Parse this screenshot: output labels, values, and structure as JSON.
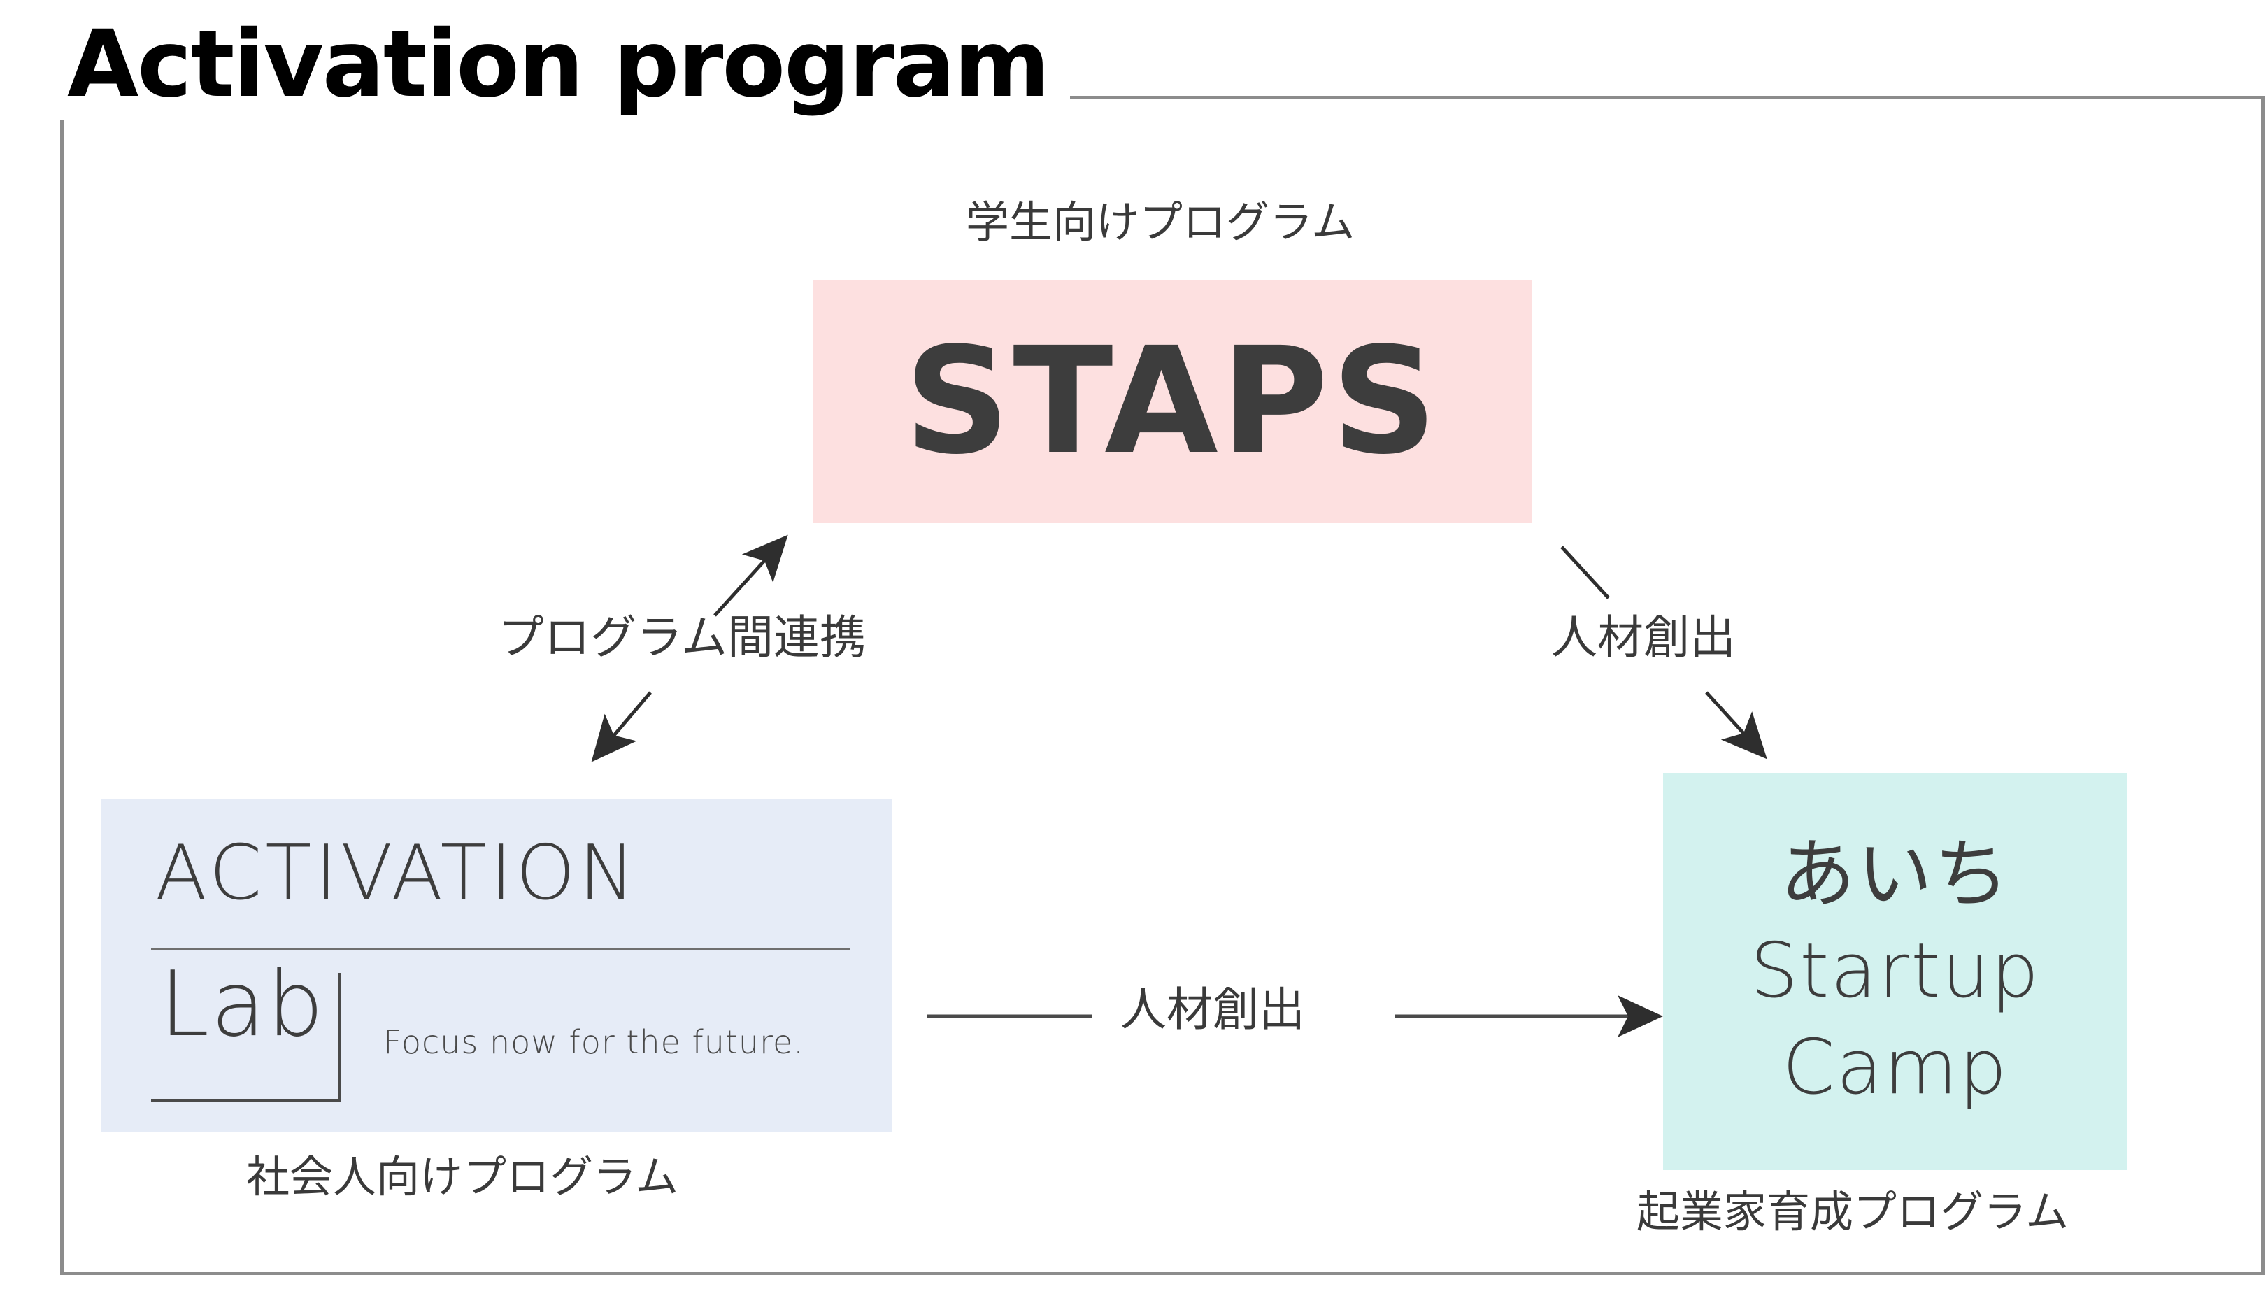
{
  "slide": {
    "title": "Activation program",
    "background_color": "#ffffff",
    "frame_color": "#8c8c8c",
    "text_color": "#3a3a3a"
  },
  "nodes": {
    "staps": {
      "brand": "STAPS",
      "caption": "学生向けプログラム",
      "fill": "#fde0e0"
    },
    "activation_lab": {
      "word": "ACTIVATION",
      "sub": "Lab",
      "tagline": "Focus now for the future.",
      "caption": "社会人向けプログラム",
      "fill": "#e6ecf7"
    },
    "startup_camp": {
      "line1": "あいち",
      "line2": "Startup",
      "line3": "Camp",
      "caption": "起業家育成プログラム",
      "fill": "#d3f2ef"
    }
  },
  "connectors": {
    "lab_to_staps": {
      "label": "プログラム間連携",
      "style": "double-headed-diagonal"
    },
    "staps_to_camp": {
      "label": "人材創出",
      "style": "diagonal-arrow-down-right"
    },
    "lab_to_camp": {
      "label": "人材創出",
      "style": "horizontal-arrow-right"
    }
  }
}
